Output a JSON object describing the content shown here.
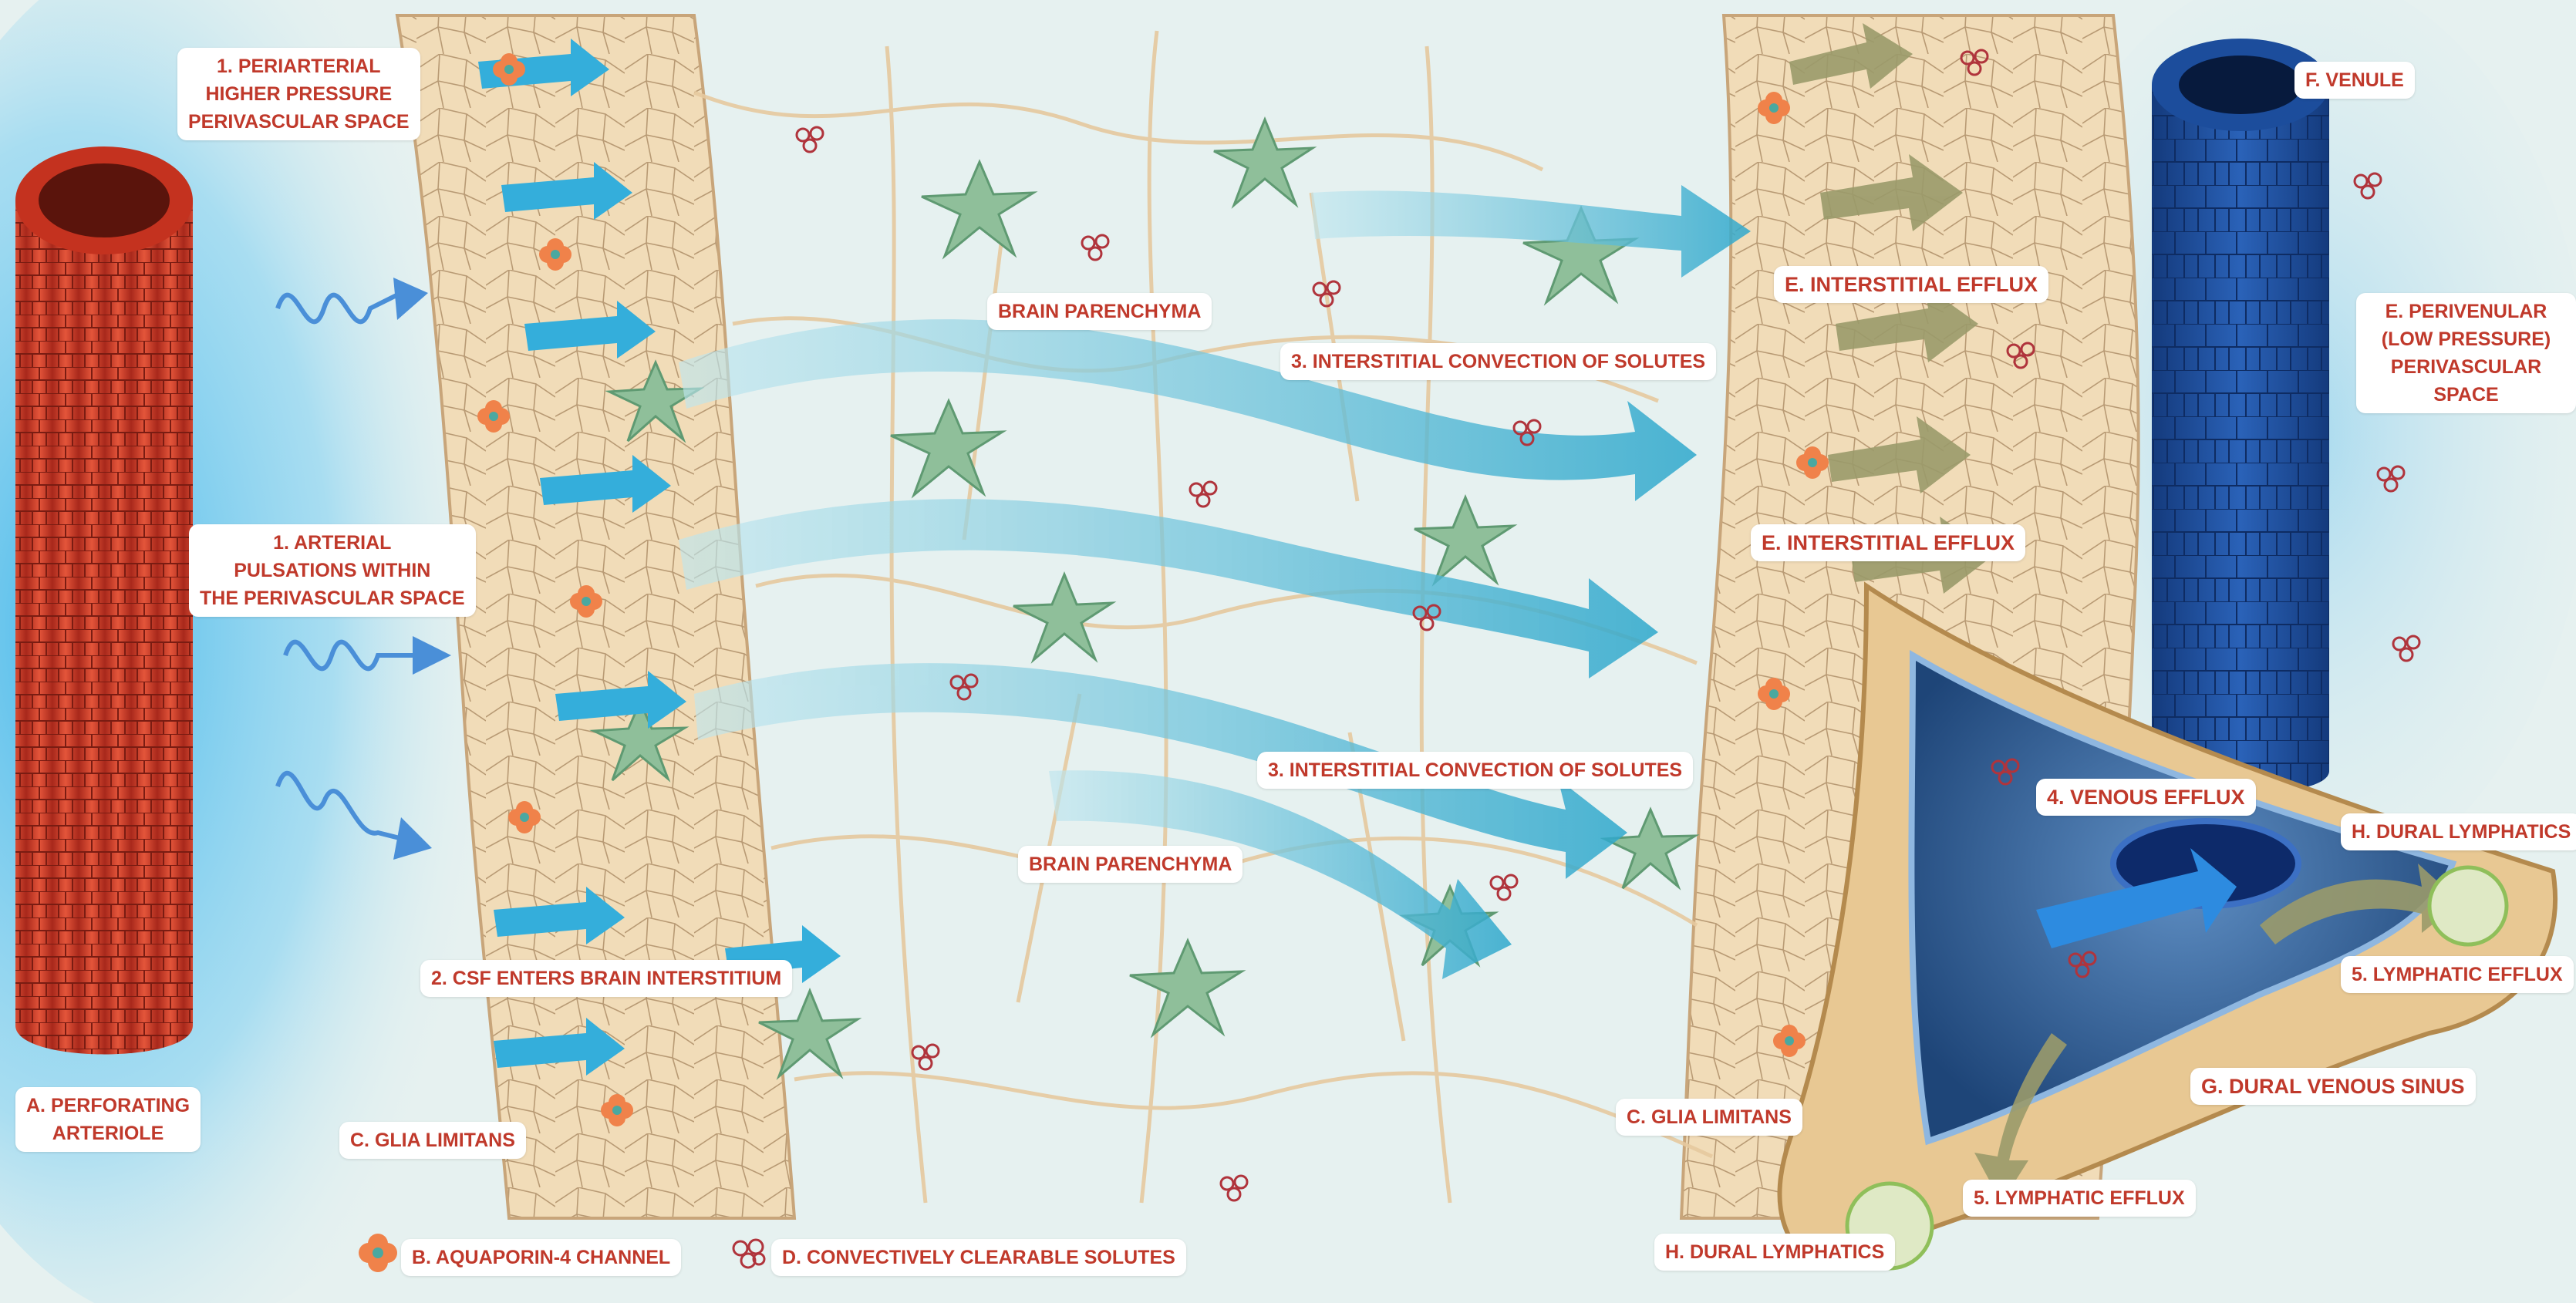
{
  "colors": {
    "background": "#e6f1f0",
    "label_text": "#c0392b",
    "arteriole": "#d9452f",
    "venule": "#1f4fa0",
    "glia_tissue": "#f1dcb8",
    "flow_arrow": "#4ab8d6",
    "astrocyte": "#8fbf9a",
    "aquaporin": "#f0824a",
    "solute": "#b0343c",
    "efflux_arrow": "#9a9a6a",
    "sinus": "#2d5d9a",
    "dura": "#d8b57c"
  },
  "labels": {
    "periarterial": [
      "1. PERIARTERIAL",
      "HIGHER PRESSURE",
      "PERIVASCULAR SPACE"
    ],
    "arterial_pulsations": [
      "1.  ARTERIAL",
      "PULSATIONS WITHIN",
      "THE PERIVASCULAR SPACE"
    ],
    "perforating_arteriole": [
      "A. PERFORATING",
      "ARTERIOLE"
    ],
    "glia_limitans_left": "C. GLIA LIMITANS",
    "csf_enters": "2. CSF ENTERS BRAIN INTERSTITIUM",
    "brain_parenchyma_top": "BRAIN PARENCHYMA",
    "brain_parenchyma_bottom": "BRAIN PARENCHYMA",
    "convection_top": "3. INTERSTITIAL CONVECTION OF SOLUTES",
    "convection_bottom": "3. INTERSTITIAL CONVECTION OF SOLUTES",
    "interstitial_efflux_top": "E. INTERSTITIAL EFFLUX",
    "interstitial_efflux_mid": "E. INTERSTITIAL EFFLUX",
    "venule": "F. VENULE",
    "perivenular": [
      "E. PERIVENULAR",
      "(LOW PRESSURE)",
      "PERIVASCULAR SPACE"
    ],
    "venous_efflux": "4. VENOUS EFFLUX",
    "dural_lymphatics_right": "H. DURAL LYMPHATICS",
    "lymphatic_efflux_right": "5. LYMPHATIC EFFLUX",
    "dural_venous_sinus": "G. DURAL VENOUS SINUS",
    "lymphatic_efflux_bottom": "5. LYMPHATIC EFFLUX",
    "dural_lymphatics_bottom": "H. DURAL LYMPHATICS",
    "glia_limitans_right": "C. GLIA LIMITANS",
    "aquaporin_legend": "B. AQUAPORIN-4 CHANNEL",
    "solutes_legend": "D. CONVECTIVELY CLEARABLE SOLUTES"
  }
}
